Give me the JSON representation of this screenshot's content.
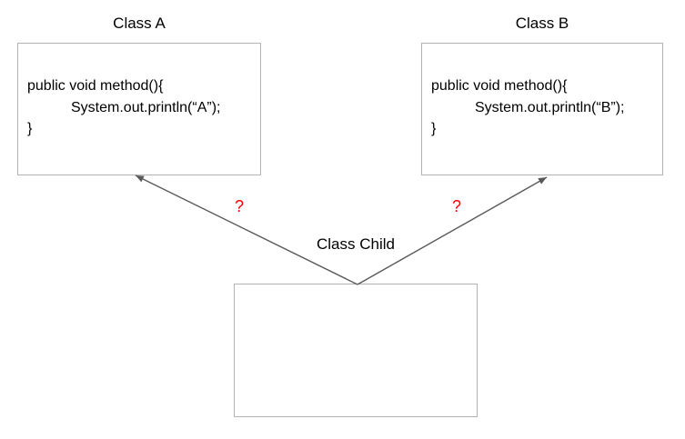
{
  "colors": {
    "box_border": "#b3b3b3",
    "box_fill": "#ffffff",
    "arrow": "#595959",
    "question_mark": "#ff0000",
    "text": "#000000",
    "background": "#ffffff"
  },
  "class_a": {
    "title": "Class A",
    "code_lines": [
      "public void method(){",
      "System.out.println(“A”);",
      "}"
    ]
  },
  "class_b": {
    "title": "Class B",
    "code_lines": [
      "public void method(){",
      "System.out.println(“B”);",
      "}"
    ]
  },
  "class_child": {
    "title": "Class Child"
  },
  "annotations": {
    "left_question": "?",
    "right_question": "?"
  }
}
